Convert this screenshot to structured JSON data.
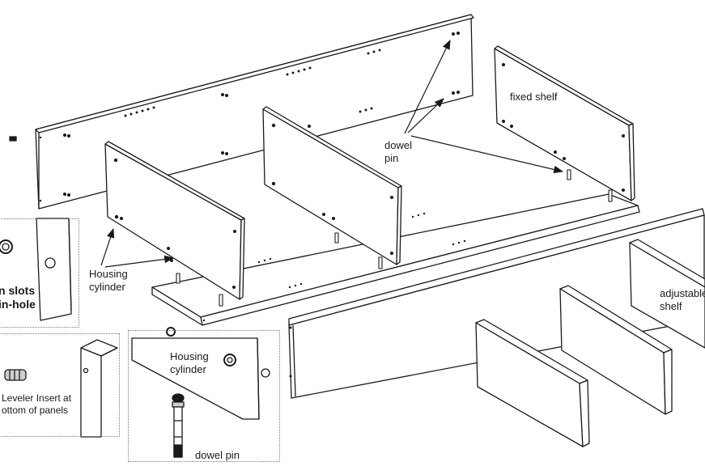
{
  "labels": {
    "fixed_shelf": "fixed shelf",
    "dowel_pin_line1": "dowel",
    "dowel_pin_line2": "pin",
    "housing_cylinder_main_1": "Housing",
    "housing_cylinder_main_2": "cylinder",
    "adjustable_shelf_1": "adjustable",
    "adjustable_shelf_2": "shelf",
    "slots_line1": "n slots",
    "slots_line2": "in-hole",
    "leveler_line1": "Leveler Insert at",
    "leveler_line2": "ottom of panels",
    "housing_cylinder_detail_1": "Housing",
    "housing_cylinder_detail_2": "cylinder",
    "dowel_pin_detail": "dowel pin"
  },
  "colors": {
    "ink": "#1a1a1a",
    "panel_fill": "#ffffff",
    "detail_border": "#777777"
  }
}
